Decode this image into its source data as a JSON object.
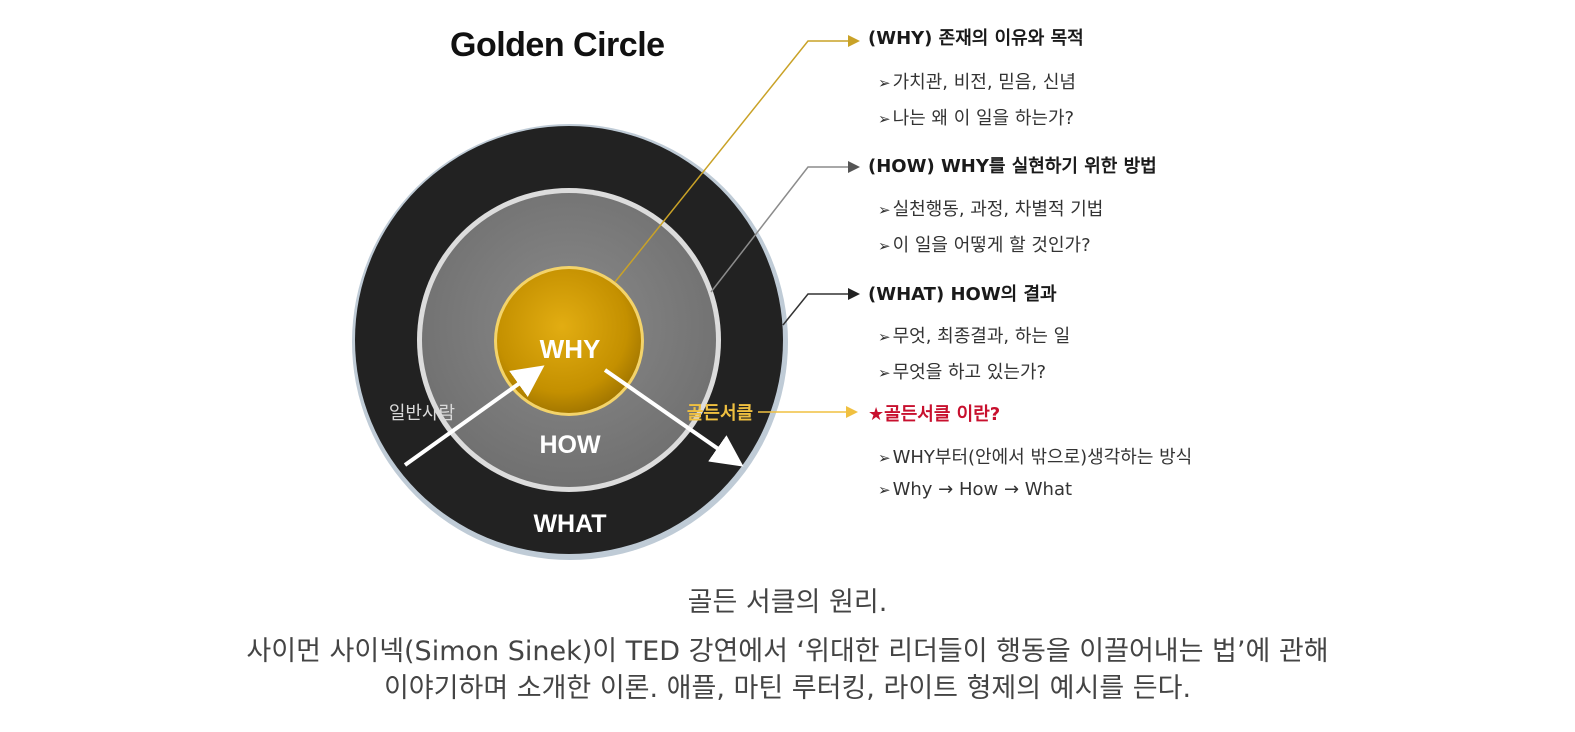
{
  "title": "Golden Circle",
  "circle": {
    "why": "WHY",
    "how": "HOW",
    "what": "WHAT",
    "general_people": "일반사람",
    "golden_circle": "골든서클"
  },
  "sections": [
    {
      "heading": "(WHY) 존재의 이유와 목적",
      "bullets": [
        "가치관, 비전, 믿음, 신념",
        "나는 왜 이 일을 하는가?"
      ]
    },
    {
      "heading": "(HOW) WHY를 실현하기 위한 방법",
      "bullets": [
        "실천행동, 과정, 차별적 기법",
        "이 일을 어떻게 할 것인가?"
      ]
    },
    {
      "heading": "(WHAT) HOW의 결과",
      "bullets": [
        "무엇, 최종결과, 하는 일",
        "무엇을 하고 있는가?"
      ]
    },
    {
      "heading": "★골든서클 이란?",
      "bullets": [
        "WHY부터(안에서 밖으로)생각하는 방식",
        "Why → How → What"
      ]
    }
  ],
  "bullet_marker": "➢",
  "caption": {
    "title": "골든 서클의 원리.",
    "line1": "사이먼 사이넥(Simon Sinek)이 TED 강연에서 ‘위대한 리더들이 행동을 이끌어내는 법’에 관해",
    "line2": "이야기하며 소개한 이론. 애플, 마틴 루터킹, 라이트 형제의 예시를 든다."
  },
  "colors": {
    "outer_ring": "#222222",
    "middle_ring": "#808080",
    "inner_circle": "#c99500",
    "why_line": "#c9a227",
    "how_line": "#8c8c8c",
    "what_line": "#333333",
    "golden_label": "#f0c040",
    "highlight_text": "#c8102e"
  }
}
